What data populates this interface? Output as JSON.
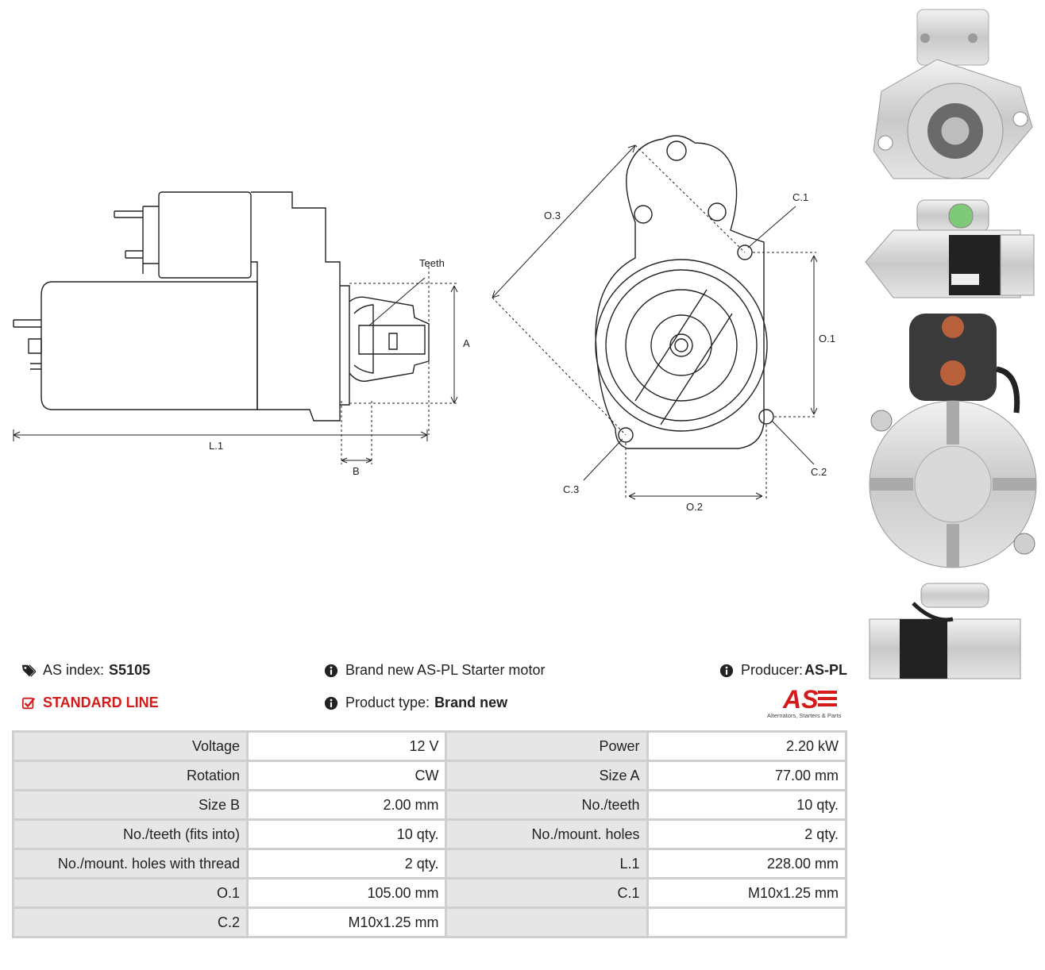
{
  "drawing": {
    "labels": {
      "teeth": "Teeth",
      "a": "A",
      "b": "B",
      "l1": "L.1",
      "o1": "O.1",
      "o2": "O.2",
      "o3": "O.3",
      "c1": "C.1",
      "c2": "C.2",
      "c3": "C.3"
    }
  },
  "info": {
    "as_index_label": "AS index:",
    "as_index_value": "S5105",
    "standard_line": "STANDARD LINE",
    "description": "Brand new AS-PL Starter motor",
    "product_type_label": "Product type:",
    "product_type_value": "Brand new",
    "producer_label": "Producer:",
    "producer_value": "AS-PL",
    "logo_text": "AS",
    "logo_tagline": "Alternators, Starters & Parts"
  },
  "specs": [
    {
      "k1": "Voltage",
      "v1": "12 V",
      "k2": "Power",
      "v2": "2.20 kW"
    },
    {
      "k1": "Rotation",
      "v1": "CW",
      "k2": "Size A",
      "v2": "77.00 mm"
    },
    {
      "k1": "Size B",
      "v1": "2.00 mm",
      "k2": "No./teeth",
      "v2": "10 qty."
    },
    {
      "k1": "No./teeth (fits into)",
      "v1": "10 qty.",
      "k2": "No./mount. holes",
      "v2": "2 qty."
    },
    {
      "k1": "No./mount. holes with thread",
      "v1": "2 qty.",
      "k2": "L.1",
      "v2": "228.00 mm"
    },
    {
      "k1": "O.1",
      "v1": "105.00 mm",
      "k2": "C.1",
      "v2": "M10x1.25 mm"
    },
    {
      "k1": "C.2",
      "v1": "M10x1.25 mm",
      "k2": "",
      "v2": ""
    }
  ],
  "colors": {
    "accent": "#d51a1a",
    "table_border": "#cfcfcf",
    "key_cell": "#e6e6e6"
  }
}
